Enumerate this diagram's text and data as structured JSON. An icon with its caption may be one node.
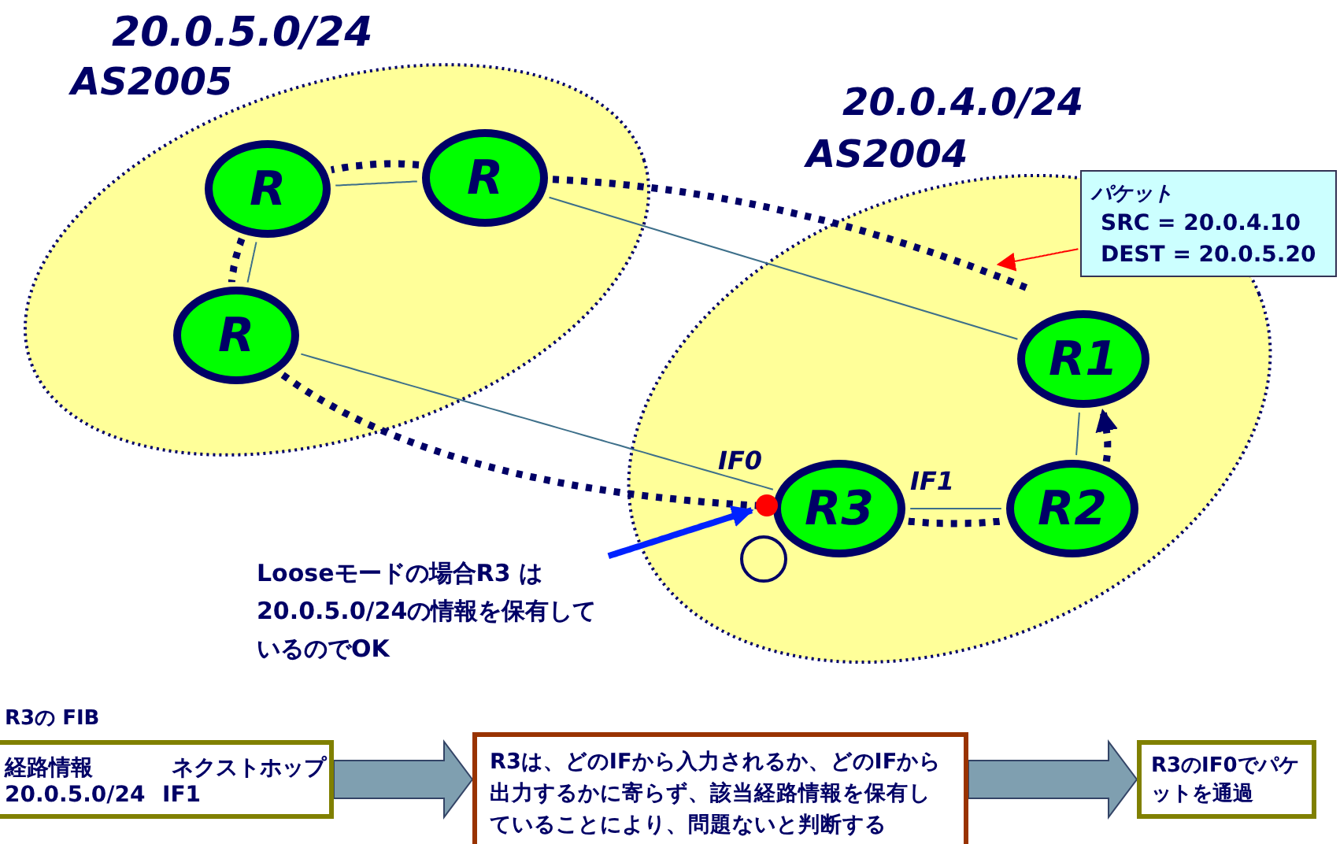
{
  "diagram": {
    "nodes": [
      {
        "text": [
          "20.0.5.0/24",
          "AS2005"
        ]
      },
      {
        "text": [
          "R"
        ],
        "in": 0
      },
      {
        "text": [
          "R"
        ],
        "in": 0
      },
      {
        "text": [
          "R"
        ],
        "in": 0
      },
      {
        "text": [
          "20.0.4.0/24",
          "AS2004"
        ]
      },
      {
        "text": [
          "R1"
        ],
        "in": 4
      },
      {
        "text": [
          "R3"
        ],
        "in": 4
      },
      {
        "text": [
          "R2"
        ],
        "in": 4
      },
      {
        "text": [
          "パケット",
          "SRC = 20.0.4.10",
          "DEST = 20.0.5.20"
        ]
      },
      {
        "text": [
          "Looseモードの場合R3 は20.0.5.0/24の情報を保有しているのでOK"
        ]
      },
      {
        "text": [],
        "shape": "circle",
        "in": 4
      },
      {
        "text": [
          "R3の FIB",
          "経路情報",
          "ネクストホップ",
          "20.0.5.0/24",
          "IF1"
        ]
      },
      {
        "text": [
          "R3は、どのIFから入力されるか、どのIFから出力するかに寄らず、該当経路情報を保有していることにより、問題ないと判断する"
        ]
      },
      {
        "text": [
          "R3のIF0でパケットを通過"
        ]
      }
    ],
    "edges": [
      {
        "from": 1,
        "to": 2,
        "arrow": "none",
        "color": "#3d6f8a"
      },
      {
        "from": 1,
        "to": 3,
        "arrow": "none",
        "color": "#3d6f8a"
      },
      {
        "from": 2,
        "to": 5,
        "arrow": "none",
        "color": "#3d6f8a"
      },
      {
        "from": 3,
        "to": 6,
        "arrow": "none",
        "color": "#3d6f8a"
      },
      {
        "from": 6,
        "to": 7,
        "arrow": "none",
        "color": "#3d6f8a"
      },
      {
        "from": 7,
        "to": 5,
        "arrow": "none",
        "color": "#3d6f8a"
      },
      {
        "from": 2,
        "to": null,
        "arrow": "none",
        "style": "dashed",
        "color": "#000066"
      },
      {
        "from": 2,
        "to": 1,
        "arrow": "none",
        "style": "dashed",
        "color": "#000066"
      },
      {
        "from": 1,
        "to": 3,
        "arrow": "none",
        "style": "dashed",
        "color": "#000066"
      },
      {
        "from": 3,
        "to": 6,
        "arrow": "none",
        "style": "dashed",
        "color": "#000066"
      },
      {
        "from": 6,
        "to": 7,
        "arrow": "none",
        "style": "dashed",
        "color": "#000066"
      },
      {
        "from": 7,
        "to": 5,
        "arrow": "to",
        "style": "dashed",
        "color": "#000066"
      },
      {
        "from": 8,
        "to": null,
        "arrow": "to",
        "color": "#ff0000"
      },
      {
        "from": 9,
        "to": 10,
        "arrow": "to",
        "style": "thick",
        "color": "#0022ff"
      },
      {
        "from": 11,
        "to": 12,
        "arrow": "to",
        "color": "#7f9fb0"
      },
      {
        "from": 12,
        "to": 13,
        "arrow": "to",
        "color": "#7f9fb0"
      }
    ],
    "labels": [
      "IF0",
      "IF1"
    ]
  }
}
